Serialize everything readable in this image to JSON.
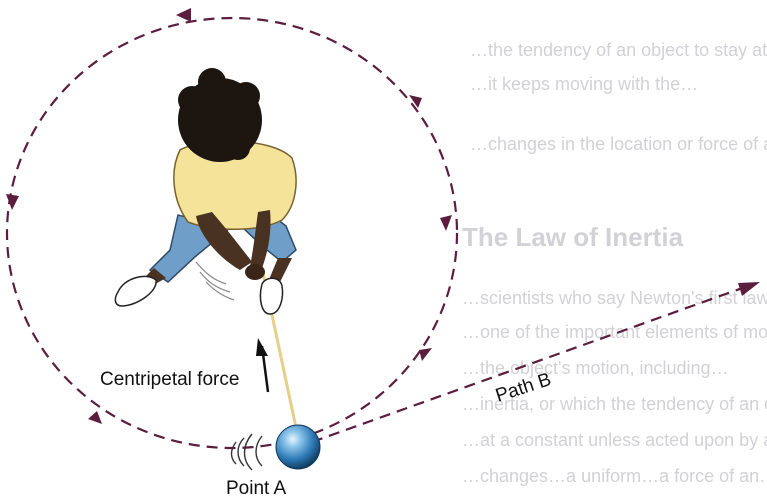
{
  "labels": {
    "centripetal_force": "Centripetal force",
    "path_b": "Path B",
    "point_a": "Point A"
  },
  "background_text": {
    "line1": "…the tendency of an object to stay at rest or in motion…",
    "line2": "…it keeps moving with the…",
    "line3": "…changes in the location or force of an object",
    "heading": "The Law of Inertia",
    "body1": "…scientists who say Newton's first law…",
    "body2": "…one of the important elements of motion…",
    "body3": "…the object's motion, including…",
    "body4": "…inertia, or which the tendency of an object to stay…",
    "body5": "…at a constant unless acted upon by a force.",
    "body6": "…changes…a uniform…a force of an…"
  },
  "colors": {
    "path": "#5c1e3e",
    "ball_light": "#bfe3f7",
    "ball_mid": "#3e8ec8",
    "ball_dark": "#15476f",
    "shirt": "#f6e39a",
    "shorts": "#6f9ec8",
    "hair": "#1c1510",
    "skin": "#4a3222",
    "string": "#e8cf87",
    "background_text": "#d2d2d6"
  },
  "icons": [
    "ball-icon",
    "motion-lines-icon",
    "force-arrow-icon",
    "person-illustration"
  ]
}
